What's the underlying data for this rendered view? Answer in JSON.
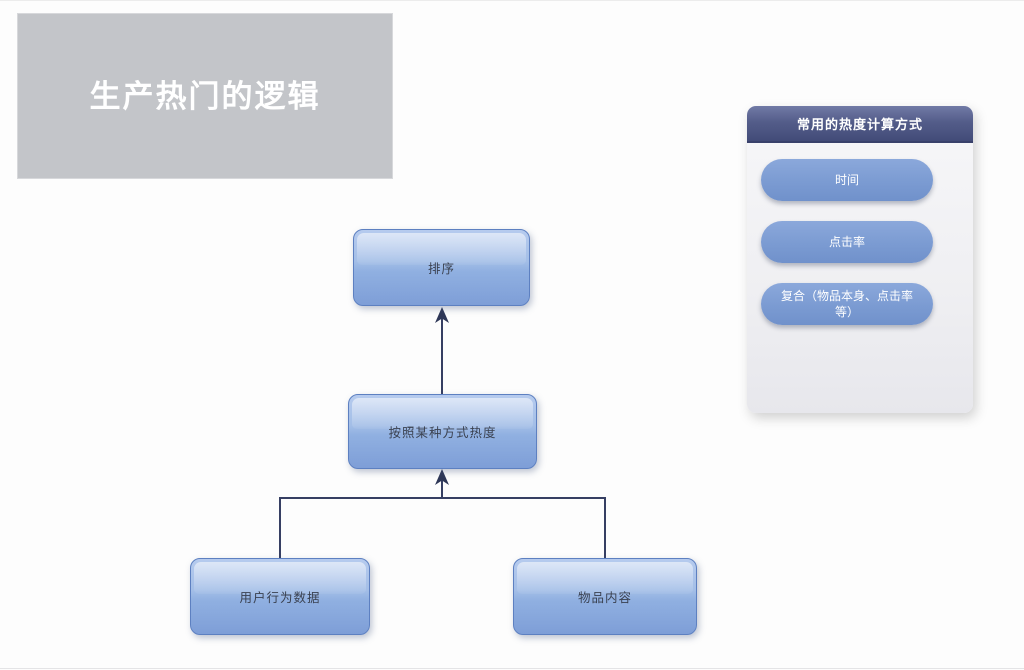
{
  "page": {
    "background": "#fdfdfd"
  },
  "title_box": {
    "label": "生产热门的逻辑",
    "bg_color": "#c3c5c9",
    "text_color": "#ffffff"
  },
  "flowchart": {
    "node_fill_top": "#b6cbee",
    "node_fill_bottom": "#7e9ed7",
    "node_border_color": "#5d80c1",
    "node_text_color": "#3a4150",
    "connector_color": "#363f63",
    "nodes": [
      {
        "id": "sort",
        "label": "排序"
      },
      {
        "id": "heat-method",
        "label": "按照某种方式热度"
      },
      {
        "id": "user-behavior",
        "label": "用户行为数据"
      },
      {
        "id": "item-content",
        "label": "物品内容"
      }
    ],
    "edges": [
      {
        "from": "heat-method",
        "to": "sort"
      },
      {
        "from": "user-behavior",
        "to": "heat-method"
      },
      {
        "from": "item-content",
        "to": "heat-method"
      }
    ]
  },
  "panel": {
    "header": "常用的热度计算方式",
    "header_bg_top": "#717aa6",
    "header_bg_bottom": "#424b78",
    "item_fill_color": "#7b9bd2",
    "item_text_color": "#ffffff",
    "items": [
      {
        "label": "时间"
      },
      {
        "label": "点击率"
      },
      {
        "label": "复合（物品本身、点击率等）"
      }
    ]
  }
}
